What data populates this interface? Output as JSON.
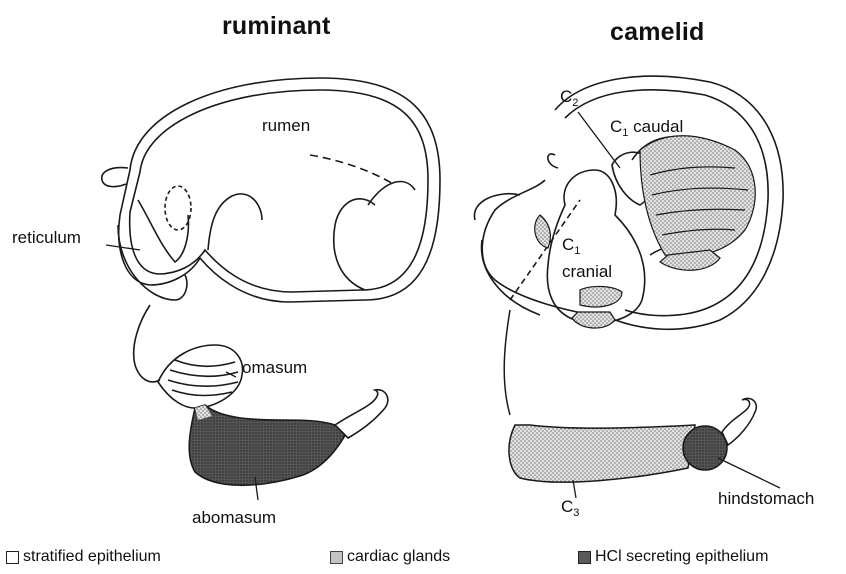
{
  "titles": {
    "left": "ruminant",
    "right": "camelid"
  },
  "ruminant_labels": {
    "rumen": "rumen",
    "reticulum": "reticulum",
    "omasum": "omasum",
    "abomasum": "abomasum"
  },
  "camelid_labels": {
    "c2": "C",
    "c2_sub": "2",
    "c1_caudal_c": "C",
    "c1_caudal_sub": "1",
    "c1_caudal_word": "caudal",
    "c1_cranial_c": "C",
    "c1_cranial_sub": "1",
    "c1_cranial_word": "cranial",
    "c3": "C",
    "c3_sub": "3",
    "hindstomach": "hindstomach"
  },
  "legend": [
    {
      "label": "stratified epithelium",
      "pattern": "none"
    },
    {
      "label": "cardiac glands",
      "pattern": "light-stipple"
    },
    {
      "label": "HCl secreting epithelium",
      "pattern": "dark-stipple"
    }
  ],
  "colors": {
    "ink": "#1a1a1a",
    "cardiac": "#c4c4c4",
    "hcl": "#5a5a5a"
  }
}
